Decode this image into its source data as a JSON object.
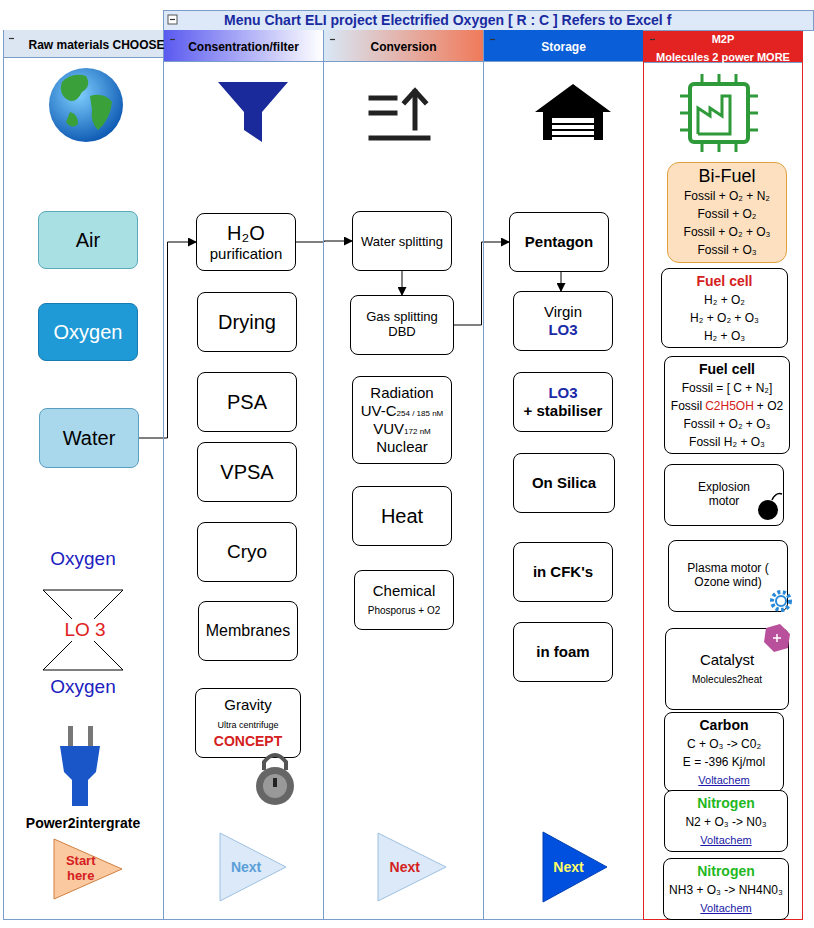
{
  "diagram": {
    "title": "Menu Chart ELI project Electrified Oxygen [ R : C ] Refers to Excel f",
    "nodes": [
      {
        "text": [
          "Raw materials CHOOSE!"
        ]
      },
      {
        "text": [
          "Air"
        ],
        "in": 0
      },
      {
        "text": [
          "Oxygen"
        ],
        "in": 0
      },
      {
        "text": [
          "Water"
        ],
        "in": 0
      },
      {
        "text": [
          "Start here"
        ],
        "in": 0
      },
      {
        "text": [
          "Consentration/filter"
        ]
      },
      {
        "text": [
          "H₂O",
          "purification"
        ],
        "in": 5
      },
      {
        "text": [
          "Drying"
        ],
        "in": 5
      },
      {
        "text": [
          "PSA"
        ],
        "in": 5
      },
      {
        "text": [
          "VPSA"
        ],
        "in": 5
      },
      {
        "text": [
          "Cryo"
        ],
        "in": 5
      },
      {
        "text": [
          "Membranes"
        ],
        "in": 5
      },
      {
        "text": [
          "Gravity",
          "Ultra centrifuge",
          "CONCEPT"
        ],
        "in": 5
      },
      {
        "text": [
          "Next"
        ],
        "in": 5
      },
      {
        "text": [
          "Conversion"
        ]
      },
      {
        "text": [
          "Water splitting"
        ],
        "in": 14
      },
      {
        "text": [
          "Gas splitting DBD"
        ],
        "in": 14
      },
      {
        "text": [
          "Radiation",
          "UV-C",
          "254 / 185 nM",
          "VUV",
          "172 nM",
          "Nuclear"
        ],
        "in": 14
      },
      {
        "text": [
          "Heat"
        ],
        "in": 14
      },
      {
        "text": [
          "Chemical",
          "Phosporus + O2"
        ],
        "in": 14
      },
      {
        "text": [
          "Next"
        ],
        "in": 14
      },
      {
        "text": [
          "Storage"
        ]
      },
      {
        "text": [
          "Pentagon"
        ],
        "in": 21
      },
      {
        "text": [
          "Virgin",
          "LO3"
        ],
        "in": 21
      },
      {
        "text": [
          "LO3",
          "+ stabiliser"
        ],
        "in": 21
      },
      {
        "text": [
          "On Silica"
        ],
        "in": 21
      },
      {
        "text": [
          "in CFK's"
        ],
        "in": 21
      },
      {
        "text": [
          "in foam"
        ],
        "in": 21
      },
      {
        "text": [
          "Next"
        ],
        "in": 21
      },
      {
        "text": [
          "M2P",
          "Molecules 2 power MORE"
        ]
      },
      {
        "text": [
          "Bi-Fuel",
          "Fossil + O₂ + N₂",
          "Fossil + O₂",
          "Fossil + O₂ + O₃",
          "Fossil + O₃"
        ],
        "in": 29
      },
      {
        "text": [
          "Fuel cell",
          "H₂ + O₂",
          "H₂ + O₂ + O₃",
          "H₂ + O₃"
        ],
        "in": 29
      },
      {
        "text": [
          "Fuel cell",
          "Fossil = [ C + N₂]",
          "Fossil",
          "C2H5OH",
          "+ O2",
          "Fossil + O₂ + O₃",
          "Fossil H₂ + O₃"
        ],
        "in": 29
      },
      {
        "text": [
          "Explosion motor"
        ],
        "in": 29
      },
      {
        "text": [
          "Plasma motor ( Ozone wind)"
        ],
        "in": 29
      },
      {
        "text": [
          "Catalyst",
          "Molecules2heat"
        ],
        "in": 29
      },
      {
        "text": [
          "Carbon",
          "C + O₃ -> C0₂",
          "E = -396 Kj/mol",
          "Voltachem"
        ],
        "in": 29
      },
      {
        "text": [
          "Nitrogen",
          "N2 + O₃ -> N0₃",
          "Voltachem"
        ],
        "in": 29
      },
      {
        "text": [
          "Nitrogen",
          "NH3 + O₃ -> NH4N0₃",
          "Voltachem"
        ],
        "in": 29
      }
    ],
    "edges": [
      {
        "from": 3,
        "to": 6,
        "arrow": "to"
      },
      {
        "from": 6,
        "to": 15,
        "arrow": "to"
      },
      {
        "from": 15,
        "to": 16,
        "arrow": "to"
      },
      {
        "from": 16,
        "to": 22,
        "arrow": "to"
      },
      {
        "from": 22,
        "to": 23,
        "arrow": "to"
      }
    ],
    "labels": [
      "Oxygen",
      "LO 3",
      "Oxygen",
      "Power2intergrate"
    ]
  }
}
